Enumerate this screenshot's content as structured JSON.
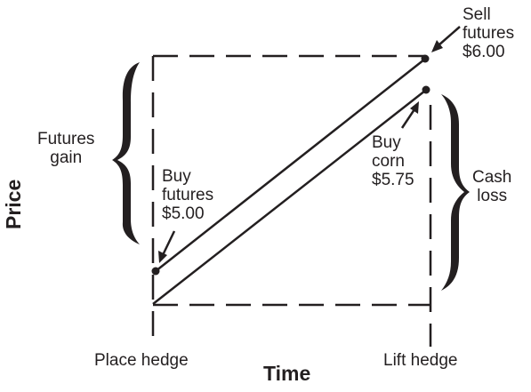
{
  "axes": {
    "y_title": "Price",
    "x_title": "Time"
  },
  "x_markers": {
    "start": "Place hedge",
    "end": "Lift hedge"
  },
  "braces": {
    "left": [
      "Futures",
      "gain"
    ],
    "right": [
      "Cash",
      "loss"
    ]
  },
  "points": {
    "buy_futures": [
      "Buy",
      "futures",
      "$5.00"
    ],
    "sell_futures": [
      "Sell",
      "futures",
      "$6.00"
    ],
    "buy_corn": [
      "Buy",
      "corn",
      "$5.75"
    ]
  },
  "colors": {
    "ink": "#231f20",
    "background": "#ffffff"
  }
}
